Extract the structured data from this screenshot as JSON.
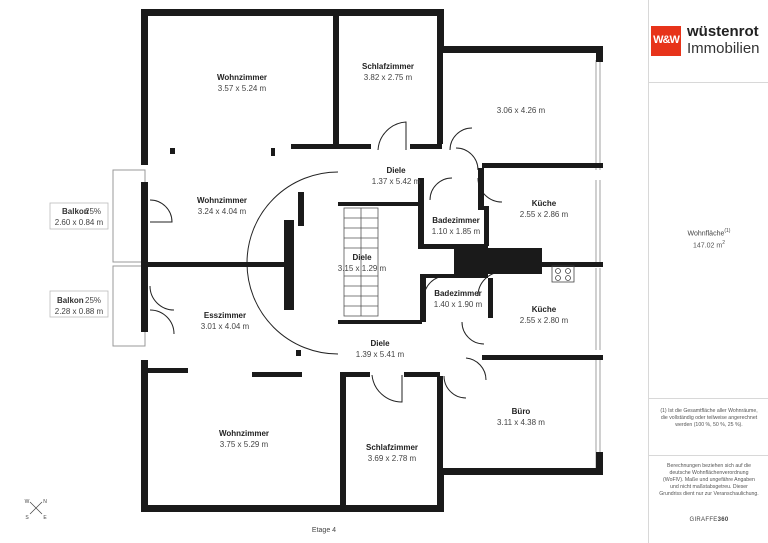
{
  "rooms": [
    {
      "id": "wohnzimmer-1",
      "name": "Wohnzimmer",
      "dims": "3.57 x 5.24 m"
    },
    {
      "id": "schlafzimmer-1",
      "name": "Schlafzimmer",
      "dims": "3.82 x 2.75 m"
    },
    {
      "id": "zimmer-top-right",
      "name": "",
      "dims": "3.06 x 4.26 m"
    },
    {
      "id": "diele-1",
      "name": "Diele",
      "dims": "1.37 x 5.42 m"
    },
    {
      "id": "wohnzimmer-2",
      "name": "Wohnzimmer",
      "dims": "3.24 x 4.04 m"
    },
    {
      "id": "badezimmer-1",
      "name": "Badezimmer",
      "dims": "1.10 x 1.85 m"
    },
    {
      "id": "kueche-1",
      "name": "Küche",
      "dims": "2.55 x 2.86 m"
    },
    {
      "id": "diele-2",
      "name": "Diele",
      "dims": "3.15 x 1.29 m"
    },
    {
      "id": "badezimmer-2",
      "name": "Badezimmer",
      "dims": "1.40 x 1.90 m"
    },
    {
      "id": "esszimmer",
      "name": "Esszimmer",
      "dims": "3.01 x 4.04 m"
    },
    {
      "id": "kueche-2",
      "name": "Küche",
      "dims": "2.55 x 2.80 m"
    },
    {
      "id": "diele-3",
      "name": "Diele",
      "dims": "1.39 x 5.41 m"
    },
    {
      "id": "buero",
      "name": "Büro",
      "dims": "3.11 x 4.38 m"
    },
    {
      "id": "wohnzimmer-3",
      "name": "Wohnzimmer",
      "dims": "3.75 x 5.29 m"
    },
    {
      "id": "schlafzimmer-2",
      "name": "Schlafzimmer",
      "dims": "3.69 x 2.78 m"
    }
  ],
  "balconies": [
    {
      "name": "Balkon",
      "share": "25%",
      "dims": "2.60 x 0.84 m"
    },
    {
      "name": "Balkon",
      "share": "25%",
      "dims": "2.28 x 0.88 m"
    }
  ],
  "floor_label": "Etage 4",
  "compass": {
    "n": "N",
    "s": "S",
    "w": "W",
    "e": "E"
  },
  "brand": {
    "logo_mark": "W&W",
    "name": "wüstenrot",
    "sub": "Immobilien",
    "accent": "#e7331a"
  },
  "panel": {
    "area_label": "Wohnfläche",
    "area_label_sup": "(1)",
    "area_value": "147.02 m",
    "area_value_sup": "2",
    "note1": "(1) Ist die Gesamtfläche aller Wohnräume, die vollständig oder teilweise angerechnet werden (100 %, 50 %, 25 %).",
    "note2": "Berechnungen beziehen sich auf die deutsche Wohnflächenverordnung (WoFlV). Maße und ungefähre Angaben und nicht maßstabsgetreu. Dieser Grundriss dient nur zur Veranschaulichung.",
    "credit_prefix": "GIRAFFE",
    "credit_suffix": "360"
  }
}
